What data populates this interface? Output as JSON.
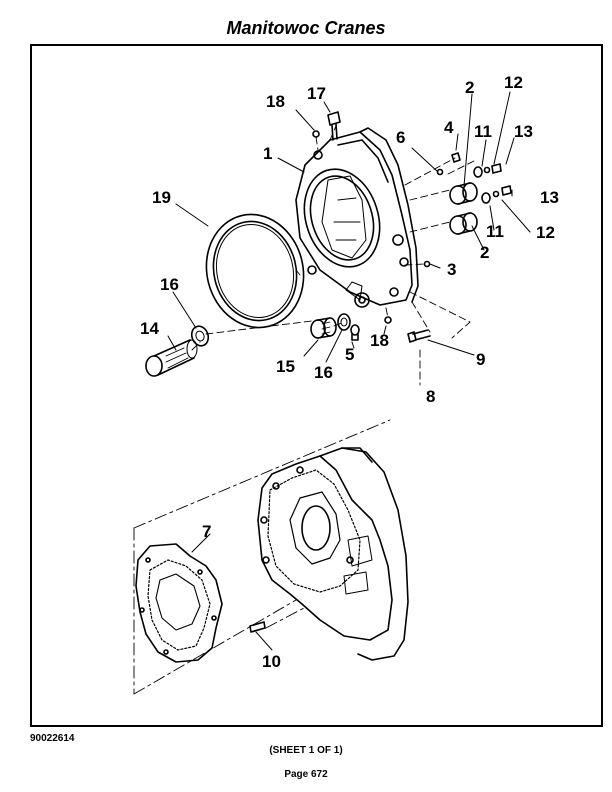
{
  "header": {
    "title": "Manitowoc Cranes"
  },
  "footer": {
    "doc_id": "90022614",
    "sheet": "(SHEET 1 OF 1)",
    "page": "Page 672"
  },
  "callouts": [
    "1",
    "2",
    "2",
    "3",
    "4",
    "5",
    "6",
    "7",
    "8",
    "9",
    "10",
    "11",
    "11",
    "12",
    "12",
    "13",
    "13",
    "14",
    "15",
    "16",
    "16",
    "17",
    "18",
    "18",
    "19"
  ]
}
